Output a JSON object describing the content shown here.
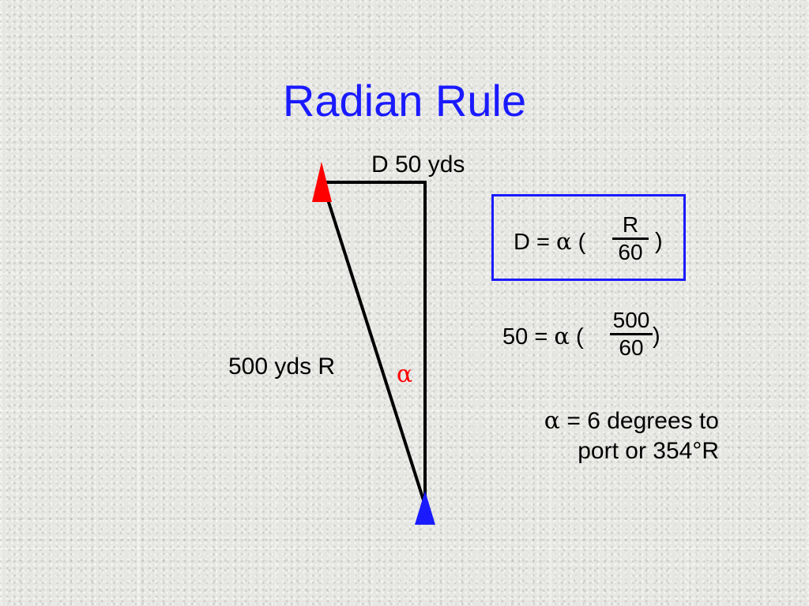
{
  "title": "Radian Rule",
  "diagram": {
    "top_label": "D  50 yds",
    "side_label": "500 yds   R",
    "angle_symbol": "α",
    "colors": {
      "start_marker": "#ff0000",
      "end_marker": "#1a1aff",
      "lines": "#000000"
    }
  },
  "formula": {
    "lhs": "D = ",
    "greek": "α",
    "open": " (",
    "numerator": "R",
    "denominator": "60",
    "close": ")",
    "border_color": "#1a1aff"
  },
  "example": {
    "lhs": "50 = ",
    "greek": "α",
    "open": " (",
    "numerator": "500",
    "denominator": "60",
    "close": ")"
  },
  "result": {
    "greek": "α",
    "line1_rest": " = 6 degrees to",
    "line2": "port or 354°R"
  }
}
